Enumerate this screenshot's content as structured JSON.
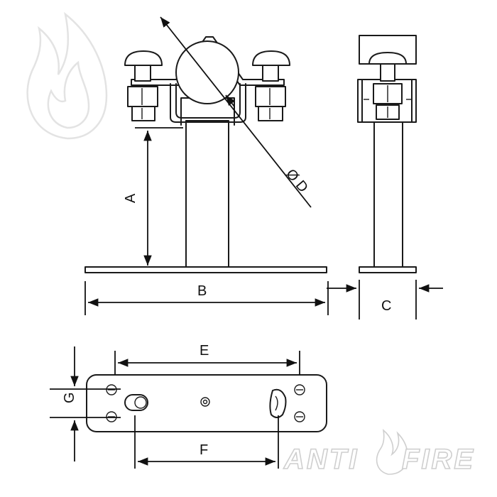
{
  "diagram": {
    "labels": {
      "a": "A",
      "b": "B",
      "c": "C",
      "d": "Ø D",
      "e": "E",
      "f": "F",
      "g": "G"
    },
    "watermark": {
      "left": "ANTI",
      "right": "FIRE"
    }
  }
}
